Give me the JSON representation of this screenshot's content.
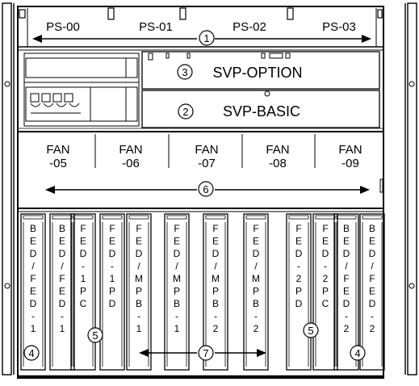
{
  "power_supplies": [
    "PS-00",
    "PS-01",
    "PS-02",
    "PS-03"
  ],
  "ps_callout": "1",
  "svp_option": {
    "callout": "3",
    "label": "SVP-OPTION"
  },
  "svp_basic": {
    "callout": "2",
    "label": "SVP-BASIC"
  },
  "fans": [
    {
      "line1": "FAN",
      "line2": "-05"
    },
    {
      "line1": "FAN",
      "line2": "-06"
    },
    {
      "line1": "FAN",
      "line2": "-07"
    },
    {
      "line1": "FAN",
      "line2": "-08"
    },
    {
      "line1": "FAN",
      "line2": "-09"
    }
  ],
  "fan_callout": "6",
  "boards": [
    {
      "label": "BED/FED-1"
    },
    {
      "label": "BED/FED-1"
    },
    {
      "label": "FED-1PC"
    },
    {
      "label": "FED-1PD"
    },
    {
      "label": "FED/MPB-1"
    },
    {
      "label": "FED/MPB-1"
    },
    {
      "label": "FED/MPB-2"
    },
    {
      "label": "FED/MPB-2"
    },
    {
      "label": "FED-2PD"
    },
    {
      "label": "FED-2PC"
    },
    {
      "label": "BED/FED-2"
    },
    {
      "label": "BED/FED-2"
    }
  ],
  "board_callouts": [
    {
      "number": "4",
      "board": 0
    },
    {
      "number": "5",
      "board": 2
    },
    {
      "number": "7",
      "board": 5
    },
    {
      "number": "5",
      "board": 9
    },
    {
      "number": "4",
      "board": 11
    }
  ]
}
